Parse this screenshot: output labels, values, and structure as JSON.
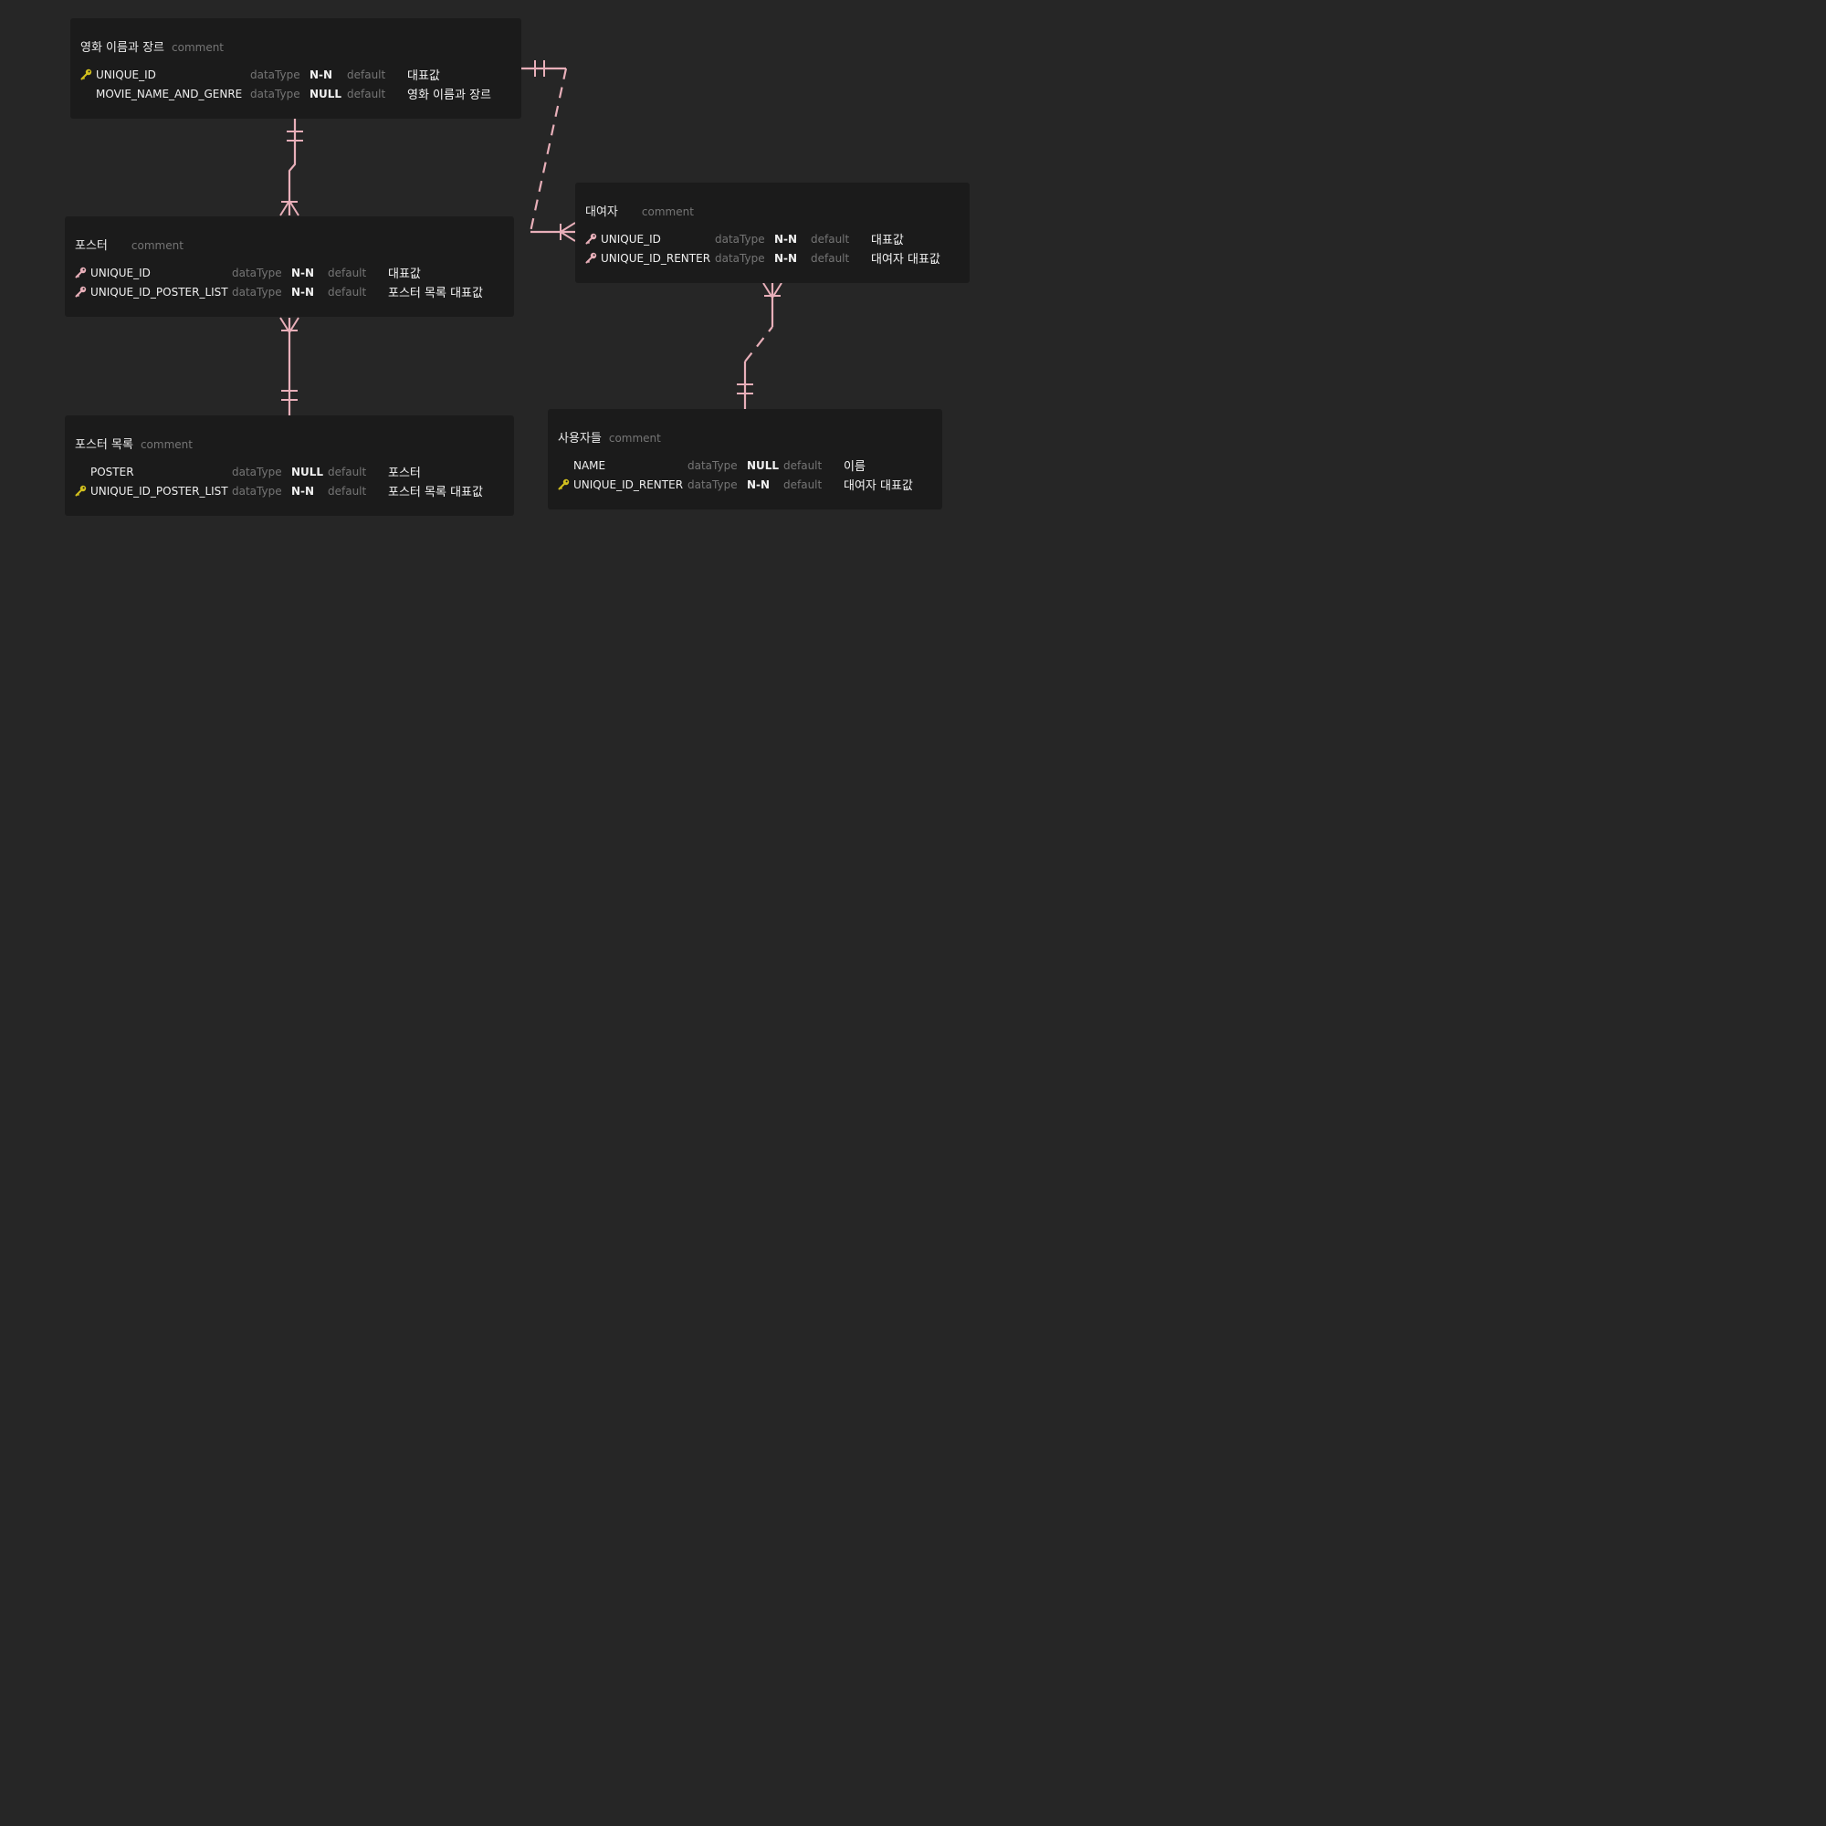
{
  "colors": {
    "background": "#262626",
    "table_bg": "#1b1b1b",
    "relationship_line": "#e8afb9",
    "primary_key_icon": "#d2c01e",
    "primary_foreign_key_icon": "#e8afb9"
  },
  "tables": [
    {
      "id": "movie",
      "name": "영화 이름과 장르",
      "comment": "comment",
      "columns": [
        {
          "key": "pk",
          "name": "UNIQUE_ID",
          "dataType": "dataType",
          "nullable": "N-N",
          "default": "default",
          "comment": "대표값"
        },
        {
          "key": "",
          "name": "MOVIE_NAME_AND_GENRE",
          "dataType": "dataType",
          "nullable": "NULL",
          "default": "default",
          "comment": "영화 이름과 장르"
        }
      ]
    },
    {
      "id": "poster",
      "name": "포스터",
      "comment": "comment",
      "columns": [
        {
          "key": "pfk",
          "name": "UNIQUE_ID",
          "dataType": "dataType",
          "nullable": "N-N",
          "default": "default",
          "comment": "대표값"
        },
        {
          "key": "pfk",
          "name": "UNIQUE_ID_POSTER_LIST",
          "dataType": "dataType",
          "nullable": "N-N",
          "default": "default",
          "comment": "포스터 목록 대표값"
        }
      ]
    },
    {
      "id": "poster_list",
      "name": "포스터 목록",
      "comment": "comment",
      "columns": [
        {
          "key": "",
          "name": "POSTER",
          "dataType": "dataType",
          "nullable": "NULL",
          "default": "default",
          "comment": "포스터"
        },
        {
          "key": "pk",
          "name": "UNIQUE_ID_POSTER_LIST",
          "dataType": "dataType",
          "nullable": "N-N",
          "default": "default",
          "comment": "포스터 목록 대표값"
        }
      ]
    },
    {
      "id": "renter",
      "name": "대여자",
      "comment": "comment",
      "columns": [
        {
          "key": "pfk",
          "name": "UNIQUE_ID",
          "dataType": "dataType",
          "nullable": "N-N",
          "default": "default",
          "comment": "대표값"
        },
        {
          "key": "pfk",
          "name": "UNIQUE_ID_RENTER",
          "dataType": "dataType",
          "nullable": "N-N",
          "default": "default",
          "comment": "대여자 대표값"
        }
      ]
    },
    {
      "id": "users",
      "name": "사용자들",
      "comment": "comment",
      "columns": [
        {
          "key": "",
          "name": "NAME",
          "dataType": "dataType",
          "nullable": "NULL",
          "default": "default",
          "comment": "이름"
        },
        {
          "key": "pk",
          "name": "UNIQUE_ID_RENTER",
          "dataType": "dataType",
          "nullable": "N-N",
          "default": "default",
          "comment": "대여자 대표값"
        }
      ]
    }
  ],
  "relationships": [
    {
      "from": "movie",
      "to": "poster",
      "from_cardinality": "exactly-one",
      "to_cardinality": "one-or-many",
      "identifying": true
    },
    {
      "from": "poster_list",
      "to": "poster",
      "from_cardinality": "exactly-one",
      "to_cardinality": "one-or-many",
      "identifying": true
    },
    {
      "from": "movie",
      "to": "renter",
      "from_cardinality": "exactly-one",
      "to_cardinality": "one-or-many",
      "identifying": false
    },
    {
      "from": "users",
      "to": "renter",
      "from_cardinality": "exactly-one",
      "to_cardinality": "one-or-many",
      "identifying": false
    }
  ]
}
